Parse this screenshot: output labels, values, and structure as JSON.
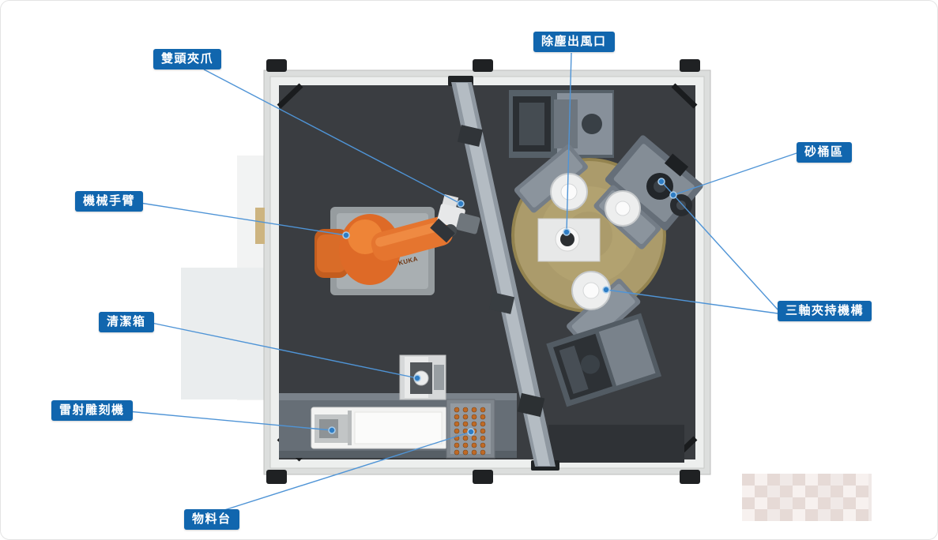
{
  "labels": {
    "double_gripper": "雙頭夾爪",
    "dust_outlet": "除塵出風口",
    "sand_bucket_area": "砂桶區",
    "robot_arm": "機械手臂",
    "three_axis_clamp": "三軸夾持機構",
    "cleaning_box": "清潔箱",
    "laser_engraver": "雷射雕刻機",
    "material_table": "物料台"
  },
  "robot": {
    "brand": "KUKA"
  },
  "colors": {
    "label_background": "#1166ae",
    "label_text": "#ffffff",
    "leader_line": "#4f94d6",
    "callout_dot": "#2e7dc5",
    "robot_orange": "#de6a27",
    "turntable_sand": "#ab9b6b",
    "enclosure_frame": "#dcdedd",
    "interior_floor": "#3a3d41"
  }
}
